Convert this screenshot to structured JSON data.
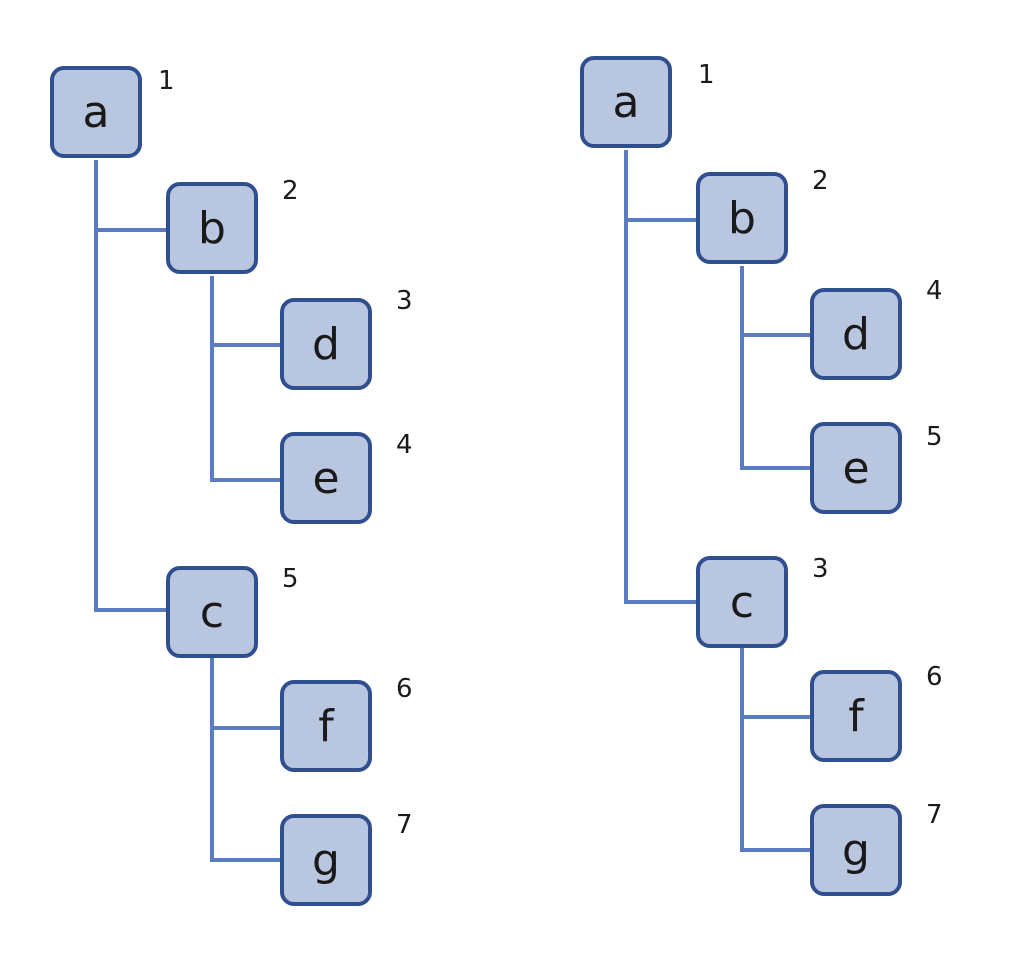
{
  "colors": {
    "node_fill": "#b9c6e0",
    "node_border": "#2f4f8f",
    "connector": "#5b7cc0",
    "text": "#1a1a1a"
  },
  "left_tree": {
    "nodes": {
      "a": {
        "label": "a",
        "order": "1"
      },
      "b": {
        "label": "b",
        "order": "2"
      },
      "d": {
        "label": "d",
        "order": "3"
      },
      "e": {
        "label": "e",
        "order": "4"
      },
      "c": {
        "label": "c",
        "order": "5"
      },
      "f": {
        "label": "f",
        "order": "6"
      },
      "g": {
        "label": "g",
        "order": "7"
      }
    }
  },
  "right_tree": {
    "nodes": {
      "a": {
        "label": "a",
        "order": "1"
      },
      "b": {
        "label": "b",
        "order": "2"
      },
      "d": {
        "label": "d",
        "order": "4"
      },
      "e": {
        "label": "e",
        "order": "5"
      },
      "c": {
        "label": "c",
        "order": "3"
      },
      "f": {
        "label": "f",
        "order": "6"
      },
      "g": {
        "label": "g",
        "order": "7"
      }
    }
  }
}
